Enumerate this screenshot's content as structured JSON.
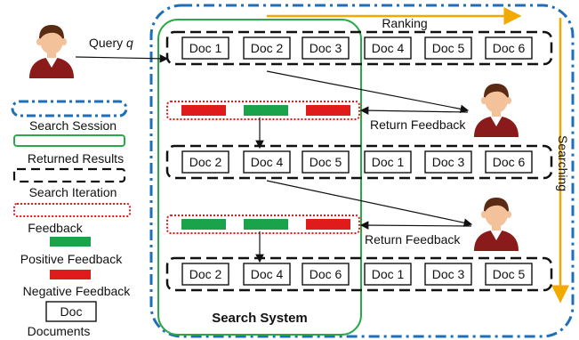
{
  "query_label_prefix": "Query ",
  "query_label_var": "q",
  "ranking_label": "Ranking",
  "searching_label": "Searching",
  "return_feedback_label": "Return Feedback",
  "search_system_label": "Search System",
  "legend": {
    "search_session": "Search Session",
    "returned_results": "Returned Results",
    "search_iteration": "Search Iteration",
    "feedback": "Feedback",
    "positive_feedback": "Positive Feedback",
    "negative_feedback": "Negative Feedback",
    "doc_box": "Doc",
    "documents": "Documents"
  },
  "iterations": [
    [
      "Doc 1",
      "Doc 2",
      "Doc 3",
      "Doc 4",
      "Doc 5",
      "Doc 6"
    ],
    [
      "Doc 2",
      "Doc 4",
      "Doc 5",
      "Doc 1",
      "Doc 3",
      "Doc 6"
    ],
    [
      "Doc 2",
      "Doc 4",
      "Doc 6",
      "Doc 1",
      "Doc 3",
      "Doc 5"
    ]
  ],
  "feedback_rows": [
    [
      "negative",
      "positive",
      "negative"
    ],
    [
      "positive",
      "positive",
      "negative"
    ]
  ],
  "colors": {
    "session_blue": "#1f6fb8",
    "returned_green": "#2aa84a",
    "feedback_red": "#e01b1b",
    "positive_green": "#1aa34a",
    "arrow_orange": "#f2a900",
    "person_shirt": "#8b1a1a",
    "person_hair": "#5a2a12",
    "person_skin": "#f3c19a"
  }
}
